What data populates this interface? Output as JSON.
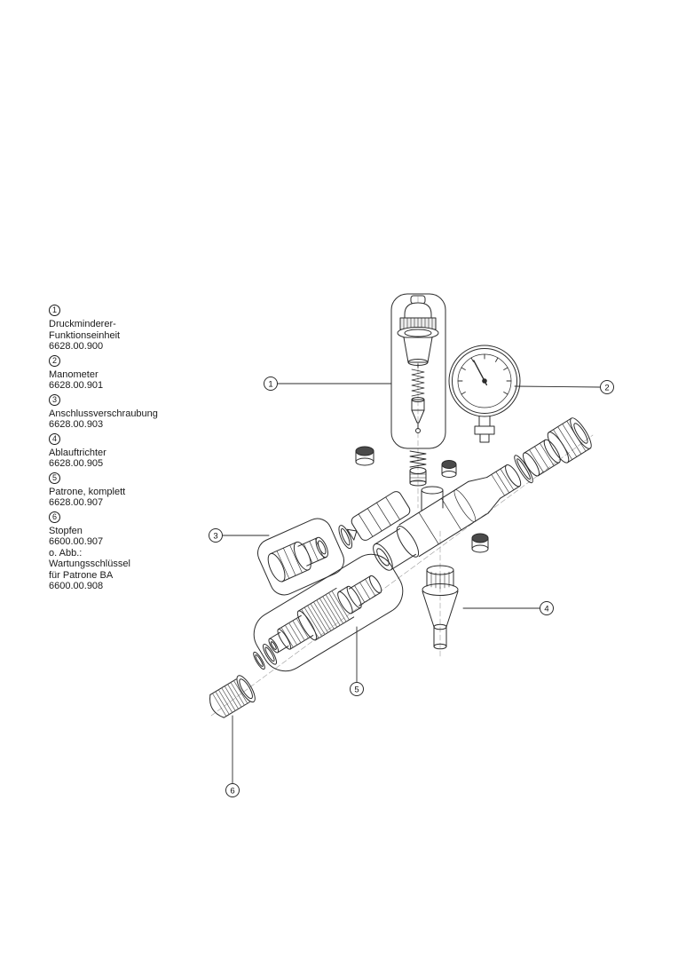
{
  "legend": {
    "items": [
      {
        "num": "1",
        "name_lines": [
          "Druckminderer-",
          "Funktionseinheit"
        ],
        "part_no": "6628.00.900"
      },
      {
        "num": "2",
        "name_lines": [
          "Manometer"
        ],
        "part_no": "6628.00.901"
      },
      {
        "num": "3",
        "name_lines": [
          "Anschlussverschraubung"
        ],
        "part_no": "6628.00.903"
      },
      {
        "num": "4",
        "name_lines": [
          "Ablauftrichter"
        ],
        "part_no": "6628.00.905"
      },
      {
        "num": "5",
        "name_lines": [
          "Patrone, komplett"
        ],
        "part_no": "6628.00.907"
      },
      {
        "num": "6",
        "name_lines": [
          "Stopfen"
        ],
        "part_no": "6600.00.907",
        "note_lines": [
          "o. Abb.:",
          "Wartungsschlüssel",
          "für Patrone BA",
          "6600.00.908"
        ]
      }
    ]
  },
  "callouts": {
    "labels": [
      "1",
      "2",
      "3",
      "4",
      "5",
      "6"
    ]
  },
  "colors": {
    "line": "#2b2b2b",
    "background": "#ffffff"
  }
}
